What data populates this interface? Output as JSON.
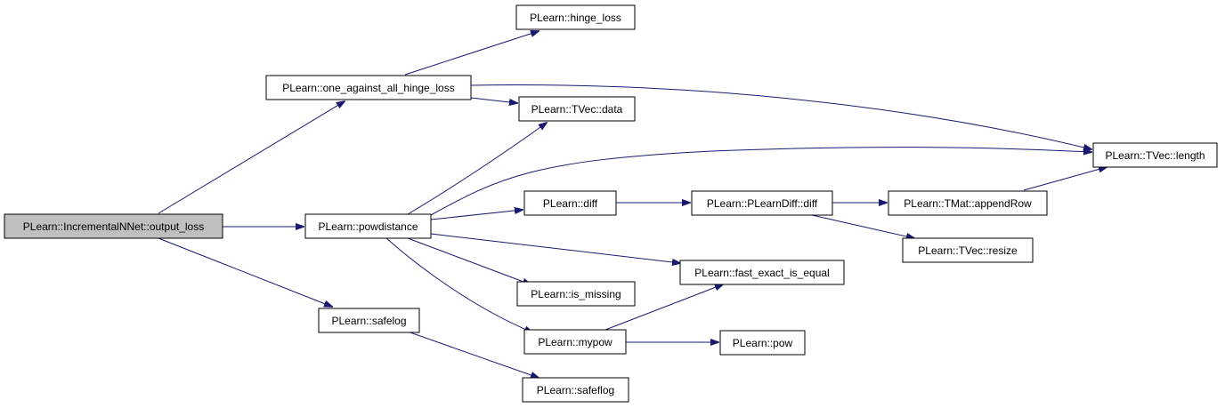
{
  "colors": {
    "edge": "#191970",
    "root_fill": "#bfbfbf",
    "node_fill": "#ffffff",
    "node_border": "#000000"
  },
  "nodes": {
    "output_loss": "PLearn::IncrementalNNet::output_loss",
    "one_against_all_hinge_loss": "PLearn::one_against_all_hinge_loss",
    "powdistance": "PLearn::powdistance",
    "safelog": "PLearn::safelog",
    "hinge_loss": "PLearn::hinge_loss",
    "tvec_data": "PLearn::TVec::data",
    "diff": "PLearn::diff",
    "is_missing": "PLearn::is_missing",
    "mypow": "PLearn::mypow",
    "safeflog": "PLearn::safeflog",
    "plearndiff_diff": "PLearn::PLearnDiff::diff",
    "fast_exact_is_equal": "PLearn::fast_exact_is_equal",
    "pow": "PLearn::pow",
    "tmat_appendrow": "PLearn::TMat::appendRow",
    "tvec_resize": "PLearn::TVec::resize",
    "tvec_length": "PLearn::TVec::length"
  },
  "edges": [
    {
      "from": "output_loss",
      "to": "one_against_all_hinge_loss"
    },
    {
      "from": "output_loss",
      "to": "powdistance"
    },
    {
      "from": "output_loss",
      "to": "safelog"
    },
    {
      "from": "one_against_all_hinge_loss",
      "to": "hinge_loss"
    },
    {
      "from": "one_against_all_hinge_loss",
      "to": "tvec_data"
    },
    {
      "from": "one_against_all_hinge_loss",
      "to": "tvec_length"
    },
    {
      "from": "powdistance",
      "to": "tvec_data"
    },
    {
      "from": "powdistance",
      "to": "tvec_length"
    },
    {
      "from": "powdistance",
      "to": "diff"
    },
    {
      "from": "powdistance",
      "to": "fast_exact_is_equal"
    },
    {
      "from": "powdistance",
      "to": "is_missing"
    },
    {
      "from": "powdistance",
      "to": "mypow"
    },
    {
      "from": "diff",
      "to": "plearndiff_diff"
    },
    {
      "from": "plearndiff_diff",
      "to": "tmat_appendrow"
    },
    {
      "from": "plearndiff_diff",
      "to": "tvec_resize"
    },
    {
      "from": "tmat_appendrow",
      "to": "tvec_length"
    },
    {
      "from": "mypow",
      "to": "fast_exact_is_equal"
    },
    {
      "from": "mypow",
      "to": "pow"
    },
    {
      "from": "safelog",
      "to": "safeflog"
    }
  ]
}
